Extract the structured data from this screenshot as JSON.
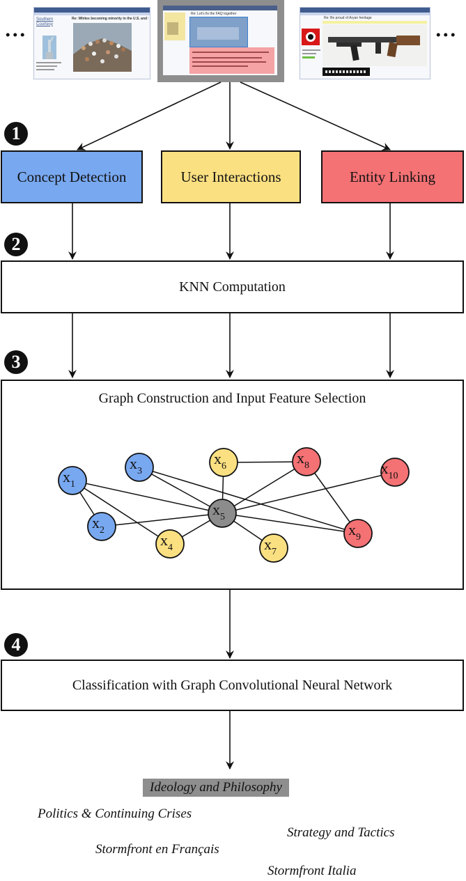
{
  "thumbnails": {
    "left": {
      "user_name": "Southern Courtesy",
      "post_title": "Re: Whites becoming minority in the U.S. and Europe"
    },
    "center": {
      "post_title": "Re: Let's fix the FAQ together"
    },
    "right": {
      "post_title": "Re: Be proud of Aryan heritage"
    },
    "ellipsis_left": "...",
    "ellipsis_right": "..."
  },
  "steps": [
    "1",
    "2",
    "3",
    "4"
  ],
  "modules": {
    "concept_detection": "Concept Detection",
    "user_interactions": "User Interactions",
    "entity_linking": "Entity Linking"
  },
  "knn": "KNN Computation",
  "graph": {
    "title": "Graph Construction and Input Feature Selection",
    "colors": {
      "blue": "#78a8f0",
      "yellow": "#fbe082",
      "red": "#f47174",
      "gray": "#8c8c8c"
    },
    "nodes": [
      {
        "id": "x1",
        "base": "x",
        "sub": "1",
        "color": "blue"
      },
      {
        "id": "x2",
        "base": "x",
        "sub": "2",
        "color": "blue"
      },
      {
        "id": "x3",
        "base": "x",
        "sub": "3",
        "color": "blue"
      },
      {
        "id": "x4",
        "base": "x",
        "sub": "4",
        "color": "yellow"
      },
      {
        "id": "x5",
        "base": "x",
        "sub": "5",
        "color": "gray"
      },
      {
        "id": "x6",
        "base": "x",
        "sub": "6",
        "color": "yellow"
      },
      {
        "id": "x7",
        "base": "x",
        "sub": "7",
        "color": "yellow"
      },
      {
        "id": "x8",
        "base": "x",
        "sub": "8",
        "color": "red"
      },
      {
        "id": "x9",
        "base": "x",
        "sub": "9",
        "color": "red"
      },
      {
        "id": "x10",
        "base": "x",
        "sub": "10",
        "color": "red"
      }
    ],
    "edges": [
      [
        "x1",
        "x2"
      ],
      [
        "x1",
        "x4"
      ],
      [
        "x1",
        "x5"
      ],
      [
        "x2",
        "x5"
      ],
      [
        "x3",
        "x5"
      ],
      [
        "x3",
        "x9"
      ],
      [
        "x4",
        "x5"
      ],
      [
        "x5",
        "x6"
      ],
      [
        "x5",
        "x7"
      ],
      [
        "x5",
        "x8"
      ],
      [
        "x5",
        "x9"
      ],
      [
        "x5",
        "x10"
      ],
      [
        "x6",
        "x8"
      ],
      [
        "x8",
        "x9"
      ]
    ]
  },
  "classification": "Classification with Graph Convolutional Neural Network",
  "results": [
    "Ideology and Philosophy",
    "Politics & Continuing Crises",
    "Strategy and Tactics",
    "Stormfront en Français",
    "Stormfront Italia"
  ]
}
